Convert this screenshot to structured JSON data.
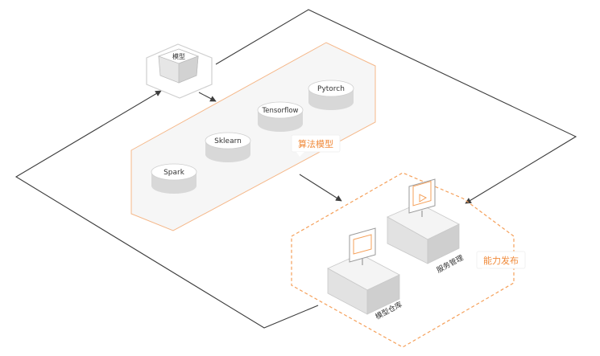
{
  "model_tile": {
    "label": "模型"
  },
  "frameworks": [
    {
      "label": "Pytorch"
    },
    {
      "label": "Tensorflow"
    },
    {
      "label": "Sklearn"
    },
    {
      "label": "Spark"
    }
  ],
  "algorithm_group": {
    "label": "算法模型"
  },
  "capability_group": {
    "label": "能力发布"
  },
  "servers": [
    {
      "label": "服务管理"
    },
    {
      "label": "模型仓库"
    }
  ],
  "colors": {
    "accent": "#f5a05a",
    "accent_text": "#f08a3a",
    "line": "#3d3d3d",
    "panel_fill": "#f6f6f6",
    "disc_top": "#ffffff",
    "disc_side": "#d8d8d8"
  }
}
